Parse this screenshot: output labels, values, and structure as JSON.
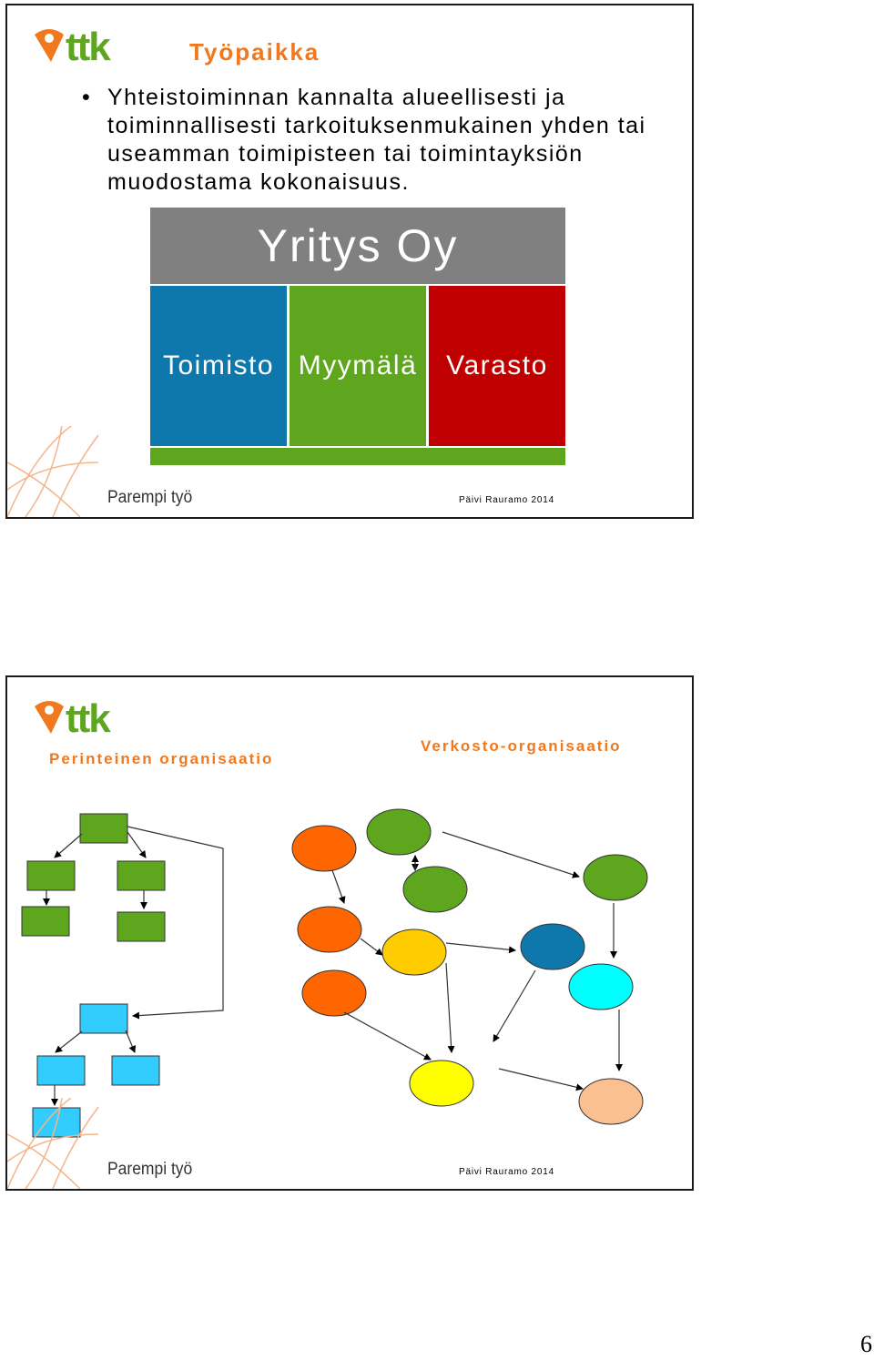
{
  "slides": [
    {
      "logo_text": "ttk",
      "title": "Työpaikka",
      "bullet": "Yhteistoiminnan kannalta alueellisesti ja toiminnallisesti tarkoituksenmukainen yhden tai useamman toimipisteen tai toimintayksiön muodostama kokonaisuus.",
      "org_chart": {
        "company": "Yritys Oy",
        "units": [
          {
            "label": "Toimisto",
            "color": "#0e78ad"
          },
          {
            "label": "Myymälä",
            "color": "#5ea61e"
          },
          {
            "label": "Varasto",
            "color": "#c00000"
          }
        ]
      },
      "footer_brand": "Parempi työ",
      "footer_author": "Päivi Rauramo 2014"
    },
    {
      "logo_text": "ttk",
      "label_traditional": "Perinteinen organisaatio",
      "label_network": "Verkosto-organisaatio",
      "footer_brand": "Parempi työ",
      "footer_author": "Päivi Rauramo 2014"
    }
  ],
  "colors": {
    "accent_orange": "#f0781e",
    "green": "#5ea61e",
    "light_blue": "#33ccff",
    "dark_blue": "#0e78ad",
    "red": "#c00000",
    "grey": "#808080",
    "yellow": "#ffff00",
    "gold": "#ffcc00",
    "cyan": "#00ffff",
    "peach": "#fac090",
    "orange_node": "#ff6600"
  },
  "page_number": "6"
}
